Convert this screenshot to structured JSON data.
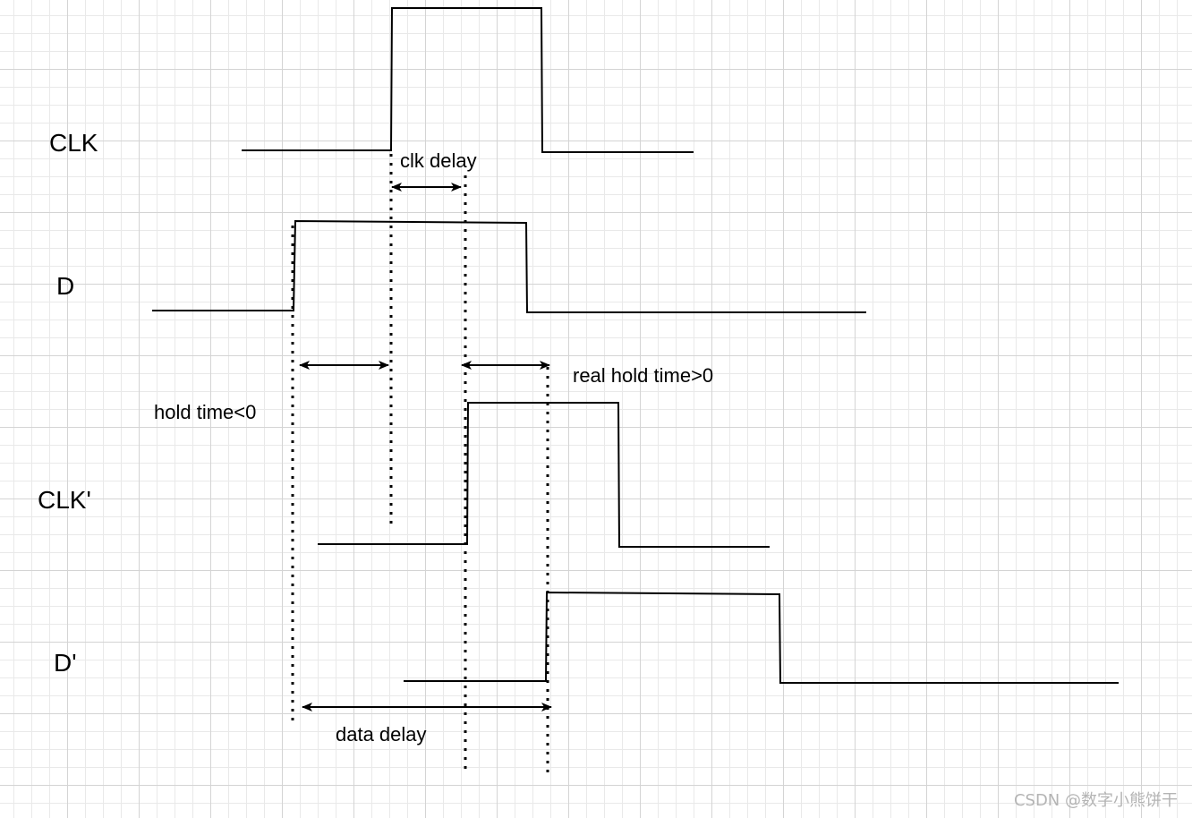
{
  "signals": {
    "clk": "CLK",
    "d": "D",
    "clk_delayed": "CLK'",
    "d_delayed": "D'"
  },
  "annotations": {
    "clk_delay": "clk delay",
    "real_hold": "real hold time>0",
    "hold": "hold time<0",
    "data_delay": "data delay"
  },
  "watermark": "CSDN @数字小熊饼干"
}
